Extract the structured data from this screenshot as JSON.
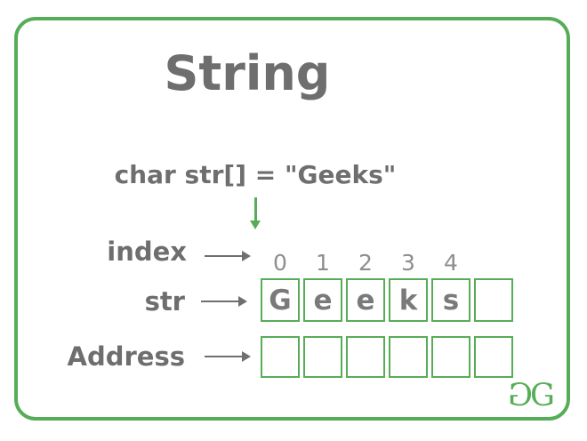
{
  "title": "String",
  "declaration": "char str[] = \"Geeks\"",
  "index_row": {
    "label": "index",
    "values": [
      "0",
      "1",
      "2",
      "3",
      "4"
    ]
  },
  "str_row": {
    "label": "str",
    "cells": [
      "G",
      "e",
      "e",
      "k",
      "s",
      ""
    ]
  },
  "address_row": {
    "label": "Address",
    "cells": [
      "",
      "",
      "",
      "",
      "",
      ""
    ]
  },
  "logo": {
    "first_letter": "G",
    "second_letter": "G"
  },
  "colors": {
    "green": "#57ad57",
    "text_gray": "#6e6e6e",
    "cell_text_gray": "#7a7a7a",
    "index_number_gray": "#8e8e8e",
    "arrow_gray": "#6f6f6f"
  }
}
